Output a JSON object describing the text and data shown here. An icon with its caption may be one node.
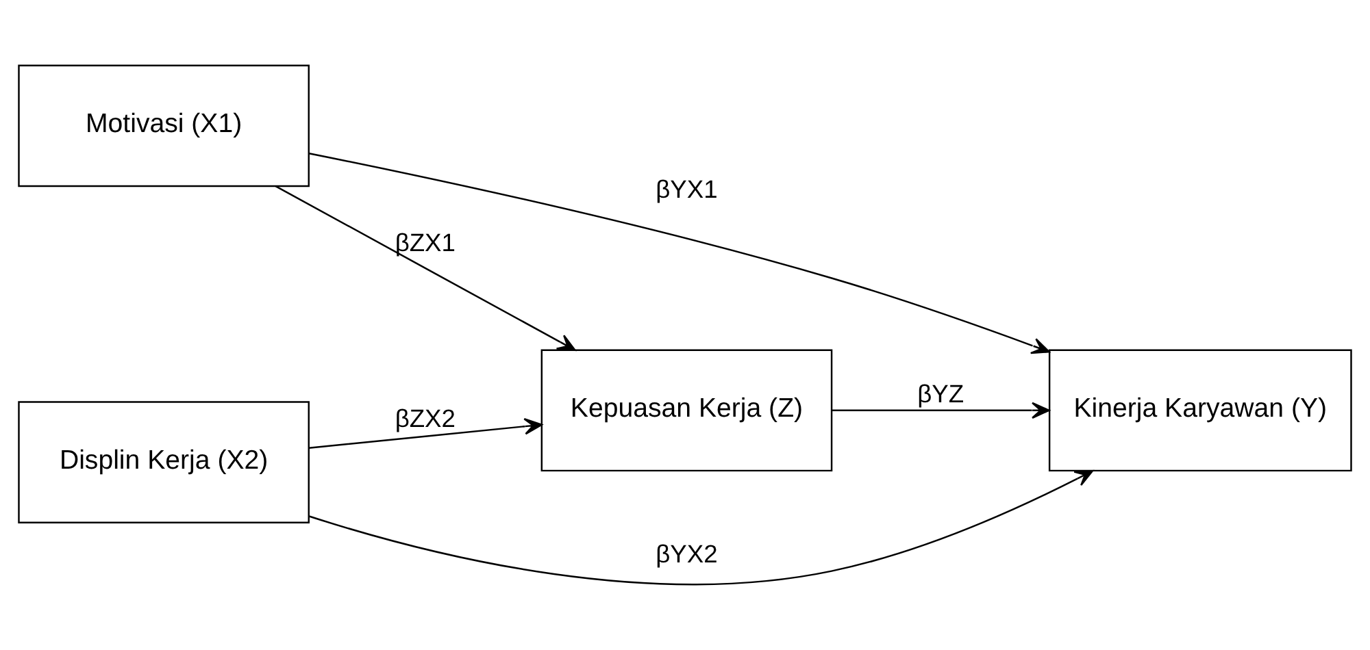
{
  "diagram": {
    "nodes": [
      {
        "text": [
          "Motivasi (X1)"
        ]
      },
      {
        "text": [
          "Displin Kerja (X2)"
        ]
      },
      {
        "text": [
          "Kepuasan Kerja (Z)"
        ]
      },
      {
        "text": [
          "Kinerja Karyawan (Y)"
        ]
      }
    ],
    "edges": [
      {
        "from": 0,
        "to": 3,
        "arrow": "to",
        "label": "βYX1"
      },
      {
        "from": 0,
        "to": 2,
        "arrow": "to",
        "label": "βZX1"
      },
      {
        "from": 1,
        "to": 2,
        "arrow": "to",
        "label": "βZX2"
      },
      {
        "from": 2,
        "to": 3,
        "arrow": "to",
        "label": "βYZ"
      },
      {
        "from": 1,
        "to": 3,
        "arrow": "to",
        "label": "βYX2"
      }
    ]
  }
}
